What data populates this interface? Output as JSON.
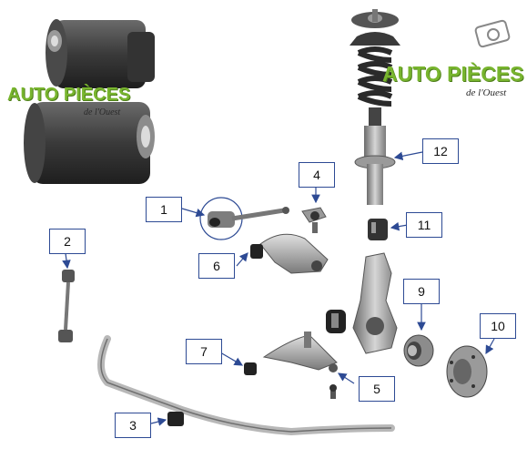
{
  "watermarks": [
    {
      "main": "AUTO PIÈCES",
      "sub": "de l'Ouest"
    },
    {
      "main": "AUTO PIÈCES",
      "sub": "de l'Ouest"
    }
  ],
  "callouts": [
    {
      "id": "1",
      "label": "1"
    },
    {
      "id": "2",
      "label": "2"
    },
    {
      "id": "3",
      "label": "3"
    },
    {
      "id": "4",
      "label": "4"
    },
    {
      "id": "5",
      "label": "5"
    },
    {
      "id": "6",
      "label": "6"
    },
    {
      "id": "7",
      "label": "7"
    },
    {
      "id": "9",
      "label": "9"
    },
    {
      "id": "10",
      "label": "10"
    },
    {
      "id": "11",
      "label": "11"
    },
    {
      "id": "12",
      "label": "12"
    }
  ],
  "colors": {
    "logo_green": "#78b52e",
    "callout_border": "#2d4a94",
    "arrow": "#2d4a94",
    "metal": "#8a8a8a",
    "rubber": "#2b2b2b"
  }
}
